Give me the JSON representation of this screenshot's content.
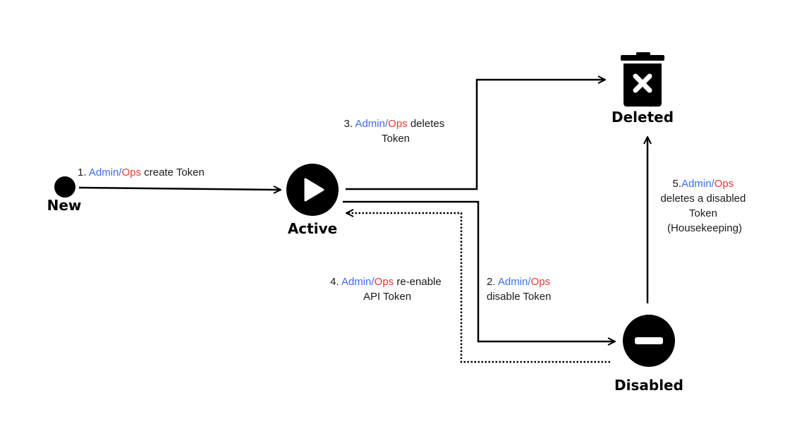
{
  "colors": {
    "admin": "#3a6ee8",
    "ops": "#e53935",
    "text": "#1a1a1a",
    "line": "#000000"
  },
  "nodes": {
    "new": {
      "label": "New",
      "icon": "filled-circle-icon"
    },
    "active": {
      "label": "Active",
      "icon": "play-circle-icon"
    },
    "deleted": {
      "label": "Deleted",
      "icon": "trash-x-icon"
    },
    "disabled": {
      "label": "Disabled",
      "icon": "minus-circle-icon"
    }
  },
  "edges": {
    "create": {
      "number": "1. ",
      "admin": "Admin",
      "slash": "/",
      "ops": "Ops",
      "text": " create Token"
    },
    "disable": {
      "number": "2. ",
      "admin": "Admin",
      "slash": "/",
      "ops": "Ops",
      "line2": "disable Token"
    },
    "delete": {
      "number": "3. ",
      "admin": "Admin",
      "slash": "/",
      "ops": "Ops",
      "text": " deletes",
      "line2": "Token"
    },
    "reenable": {
      "number": "4. ",
      "admin": "Admin",
      "slash": "/",
      "ops": "Ops",
      "text": " re-enable",
      "line2": "API Token"
    },
    "housekeeping": {
      "number": "5.",
      "admin": "Admin",
      "slash": "/",
      "ops": "Ops",
      "line2": "deletes a disabled",
      "line3": "Token",
      "line4": "(Housekeeping)"
    }
  }
}
